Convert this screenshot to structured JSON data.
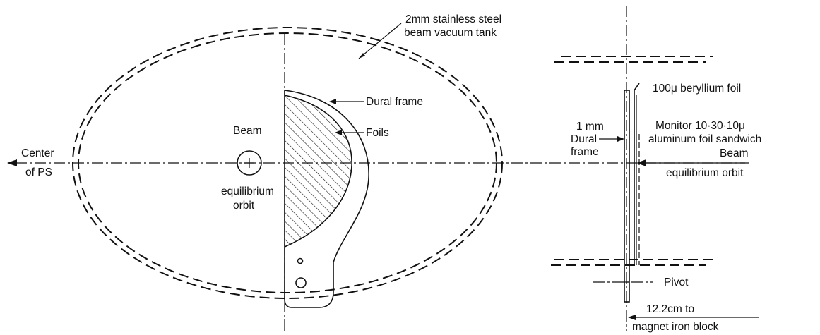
{
  "labels": {
    "tank_line1": "2mm stainless steel",
    "tank_line2": "beam vacuum tank",
    "beryllium": "100μ beryllium foil",
    "dural_frame": "Dural frame",
    "foils": "Foils",
    "beam": "Beam",
    "equilibrium": "equilibrium",
    "orbit": "orbit",
    "center_line1": "Center",
    "center_line2": "of PS",
    "frame_1mm_line1": "1 mm",
    "frame_1mm_line2": "Dural",
    "frame_1mm_line3": "frame",
    "monitor_line1": "Monitor 10·30·10μ",
    "monitor_line2": "aluminum foil sandwich",
    "beam_right_line1": "Beam",
    "beam_right_line2": "equilibrium orbit",
    "pivot": "Pivot",
    "distance_line1": "12.2cm to",
    "distance_line2": "magnet iron block"
  }
}
